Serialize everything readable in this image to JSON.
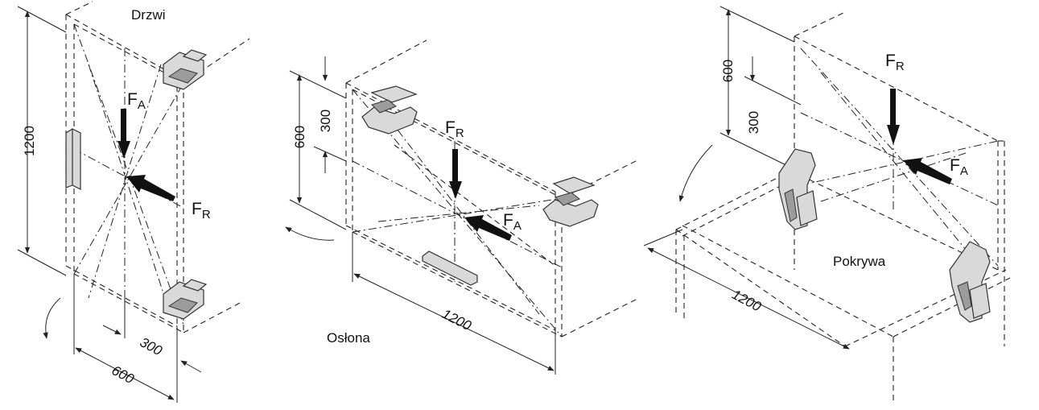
{
  "panels": {
    "door": {
      "title": "Drzwi",
      "height_dim": "1200",
      "width_dim": "600",
      "half_width_dim": "300",
      "force_axial": {
        "main": "F",
        "sub": "A"
      },
      "force_radial": {
        "main": "F",
        "sub": "R"
      }
    },
    "flap": {
      "title": "Osłona",
      "height_dim": "600",
      "half_height_dim": "300",
      "width_dim": "1200",
      "force_radial": {
        "main": "F",
        "sub": "R"
      },
      "force_axial": {
        "main": "F",
        "sub": "A"
      }
    },
    "lid": {
      "title": "Pokrywa",
      "height_dim": "600",
      "half_height_dim": "300",
      "width_dim": "1200",
      "force_radial": {
        "main": "F",
        "sub": "R"
      },
      "force_axial": {
        "main": "F",
        "sub": "A"
      }
    }
  }
}
